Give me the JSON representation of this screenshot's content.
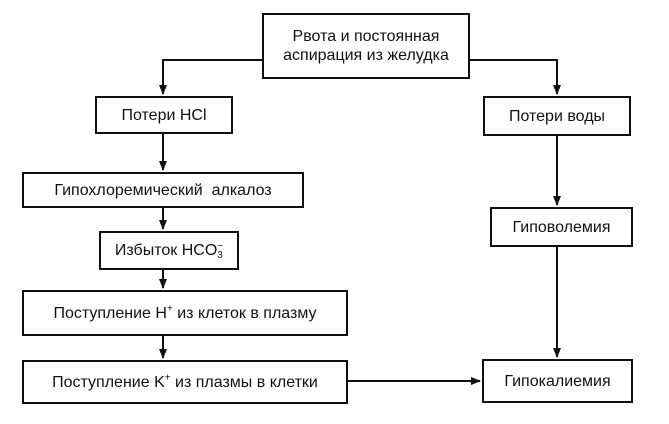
{
  "nodes": {
    "vomiting": {
      "line1": "Рвота и постоянная",
      "line2": "аспирация из желудка"
    },
    "hcl_loss": {
      "label": "Потери HCl"
    },
    "water_loss": {
      "label": "Потери воды"
    },
    "alkalosis": {
      "label": "Гипохлоремический  алкалоз"
    },
    "hco3_excess": {
      "prefix": "Избыток HCO",
      "sub": "3",
      "sup": "−"
    },
    "h_influx": {
      "before": "Поступление H",
      "sup": "+",
      "after": " из клеток в плазму"
    },
    "k_influx": {
      "before": "Поступление K",
      "sup": "+",
      "after": " из плазмы в клетки"
    },
    "hypovolemia": {
      "label": "Гиповолемия"
    },
    "hypokalemia": {
      "label": "Гипокалиемия"
    }
  },
  "colors": {
    "stroke": "#111111",
    "background": "#ffffff"
  }
}
